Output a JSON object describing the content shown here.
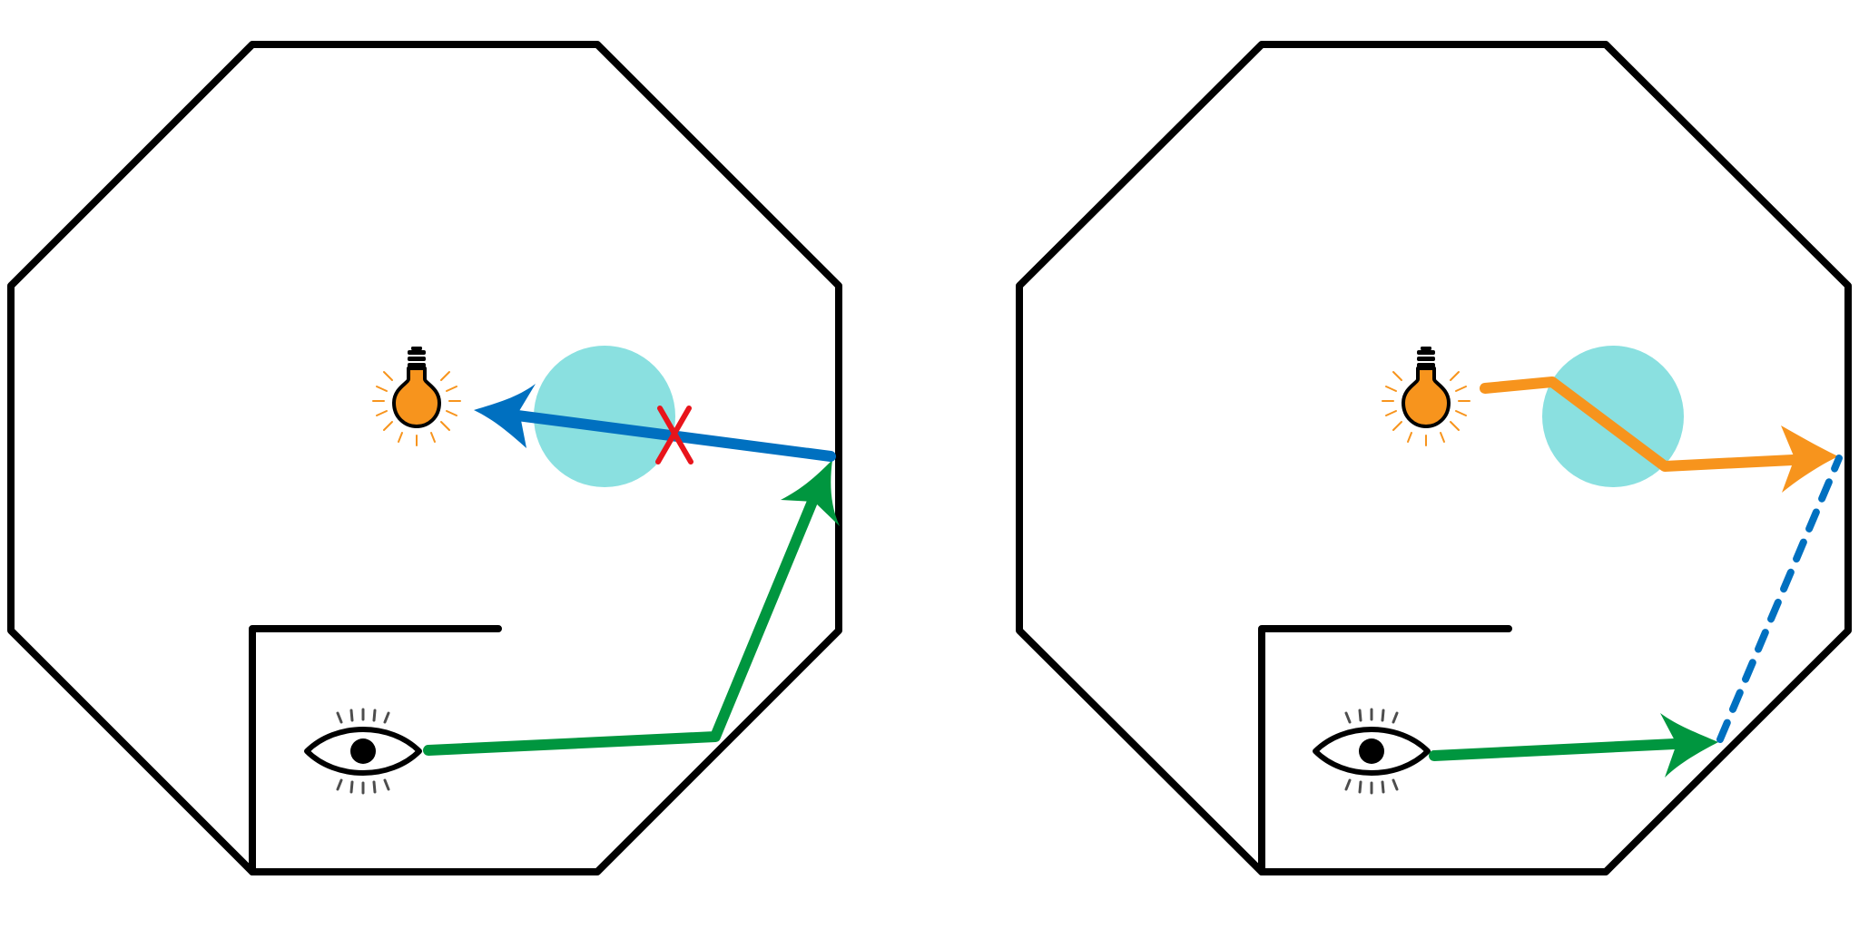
{
  "colors": {
    "background": "#ffffff",
    "wall": "#000000",
    "occluder": "#8ae0e0",
    "light_path": "#f7941d",
    "camera_path": "#00963f",
    "shadow_ray": "#0070c0",
    "blocked_mark": "#e8141b",
    "bulb_fill": "#f7941d",
    "bulb_rays": "#f7941d",
    "eye_lashes": "#4d4d4d"
  },
  "panels": [
    {
      "name": "left-scene",
      "elements": [
        "octagon-room",
        "interior-wall",
        "occluder-sphere",
        "light-source",
        "camera-eye",
        "camera-path",
        "shadow-ray",
        "blocked-mark"
      ],
      "shadow_ray_style": "solid",
      "shadow_ray_blocked": true
    },
    {
      "name": "right-scene",
      "elements": [
        "octagon-room",
        "interior-wall",
        "occluder-sphere",
        "light-source",
        "camera-eye",
        "camera-path",
        "light-path",
        "connection-ray"
      ],
      "shadow_ray_style": "dashed",
      "shadow_ray_blocked": false
    }
  ],
  "icons": {
    "light": "lightbulb-icon",
    "camera": "eye-icon",
    "blocked": "x-mark-icon"
  }
}
